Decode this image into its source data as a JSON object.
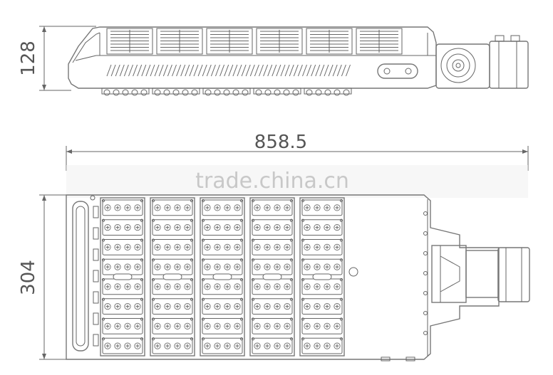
{
  "dimensions": {
    "height_side": "128",
    "length": "858.5",
    "width_top": "304"
  },
  "watermark": "trade.china.cn",
  "colors": {
    "line": "#666666",
    "text": "#555555",
    "watermark": "#c8c8c8",
    "background": "#ffffff"
  },
  "layout": {
    "side_fin_panels": 6,
    "led_modules": 5,
    "led_cells_per_module": 8,
    "leds_per_cell_row": 4
  }
}
